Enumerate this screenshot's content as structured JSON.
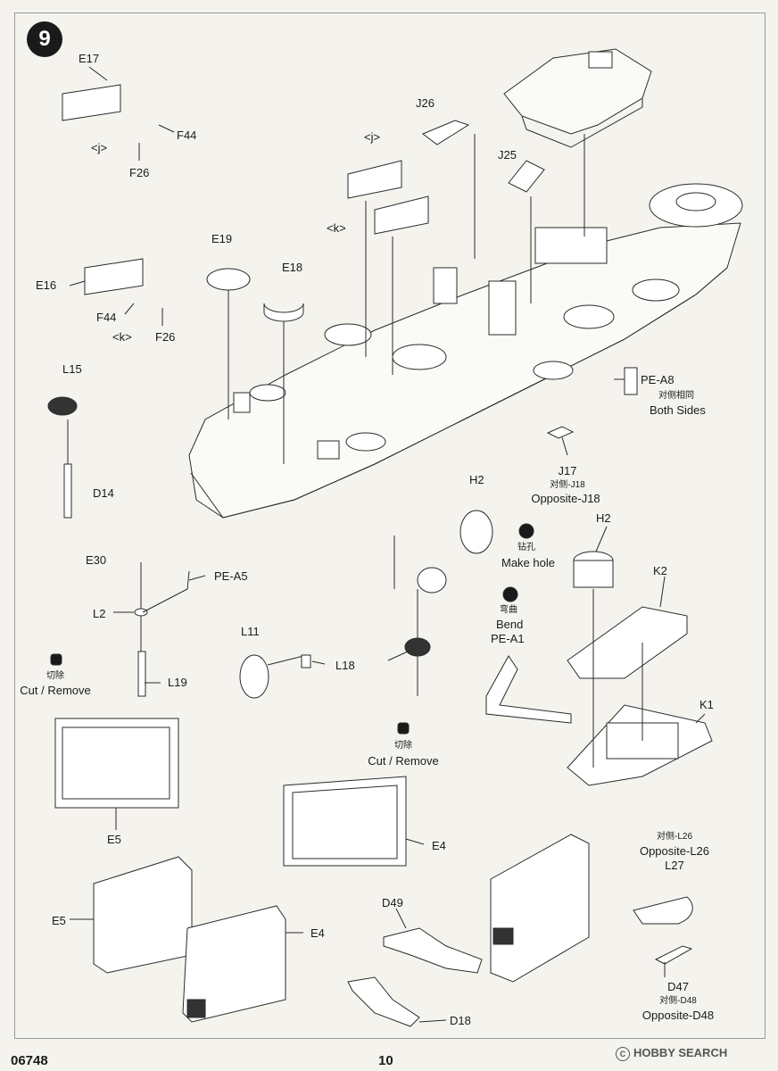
{
  "step": "9",
  "kit_number": "06748",
  "page_number": "10",
  "watermark": {
    "symbol": "C",
    "text": "HOBBY SEARCH"
  },
  "labels": {
    "e17": "E17",
    "j_upper": "<j>",
    "f44_upper": "F44",
    "f26_upper": "F26",
    "e16": "E16",
    "f44_lower": "F44",
    "k_lower": "<k>",
    "f26_lower": "F26",
    "l15": "L15",
    "d14": "D14",
    "e19": "E19",
    "e18": "E18",
    "j_mid": "<j>",
    "k_mid": "<k>",
    "j26": "J26",
    "j25": "J25",
    "pe_a8": "PE-A8",
    "pe_a8_cn": "对侧相同",
    "pe_a8_en": "Both Sides",
    "j17": "J17",
    "j17_cn": "对侧-J18",
    "j17_en": "Opposite-J18",
    "h2_left": "H2",
    "make_hole_cn": "钻孔",
    "make_hole_en": "Make hole",
    "h2_right": "H2",
    "k2": "K2",
    "k1": "K1",
    "bend_cn": "弯曲",
    "bend_en": "Bend",
    "pe_a1": "PE-A1",
    "e30": "E30",
    "pe_a5": "PE-A5",
    "l2": "L2",
    "l19": "L19",
    "l11": "L11",
    "l18": "L18",
    "cut1_cn": "切除",
    "cut1_en": "Cut / Remove",
    "cut2_cn": "切除",
    "cut2_en": "Cut / Remove",
    "e5_top": "E5",
    "e4_top": "E4",
    "e5_bottom": "E5",
    "e4_bottom": "E4",
    "l26_cn": "对侧-L26",
    "l26_en": "Opposite-L26",
    "l27": "L27",
    "d49": "D49",
    "d18": "D18",
    "d47": "D47",
    "d48_cn": "对侧-D48",
    "d48_en": "Opposite-D48"
  }
}
